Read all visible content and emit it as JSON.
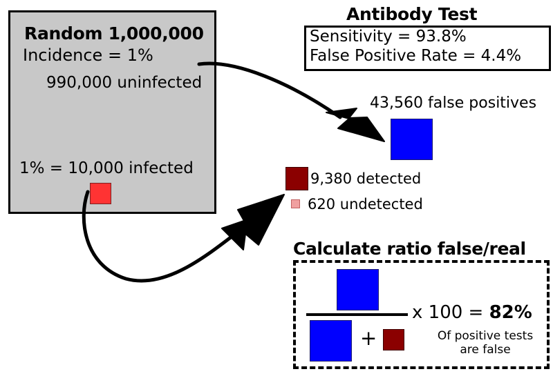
{
  "population": {
    "title": "Random 1,000,000",
    "incidence": "Incidence = 1%",
    "uninfected": "990,000 uninfected",
    "infected": "1% = 10,000 infected",
    "infected_square_name": "infected-population-square",
    "box_color": "#c8c8c8",
    "infected_color": "#ff3333"
  },
  "antibody_test": {
    "title": "Antibody Test",
    "sensitivity": "Sensitivity = 93.8%",
    "false_positive_rate": "False Positive Rate = 4.4%"
  },
  "false_positives": {
    "label": "43,560 false positives",
    "color": "#0000ff"
  },
  "true_positives": {
    "detected_label": "9,380 detected",
    "undetected_label": "620 undetected",
    "detected_color": "#8b0000",
    "undetected_color": "#f0a0a0"
  },
  "calculation": {
    "title": "Calculate ratio false/real",
    "plus": "+",
    "multiplier_prefix": "x 100 = ",
    "result": "82%",
    "caption": "Of positive tests are false"
  },
  "arrows": {
    "top_arrow_name": "uninfected-to-false-positives-arrow",
    "bottom_arrow_name": "infected-to-detected-arrow"
  }
}
